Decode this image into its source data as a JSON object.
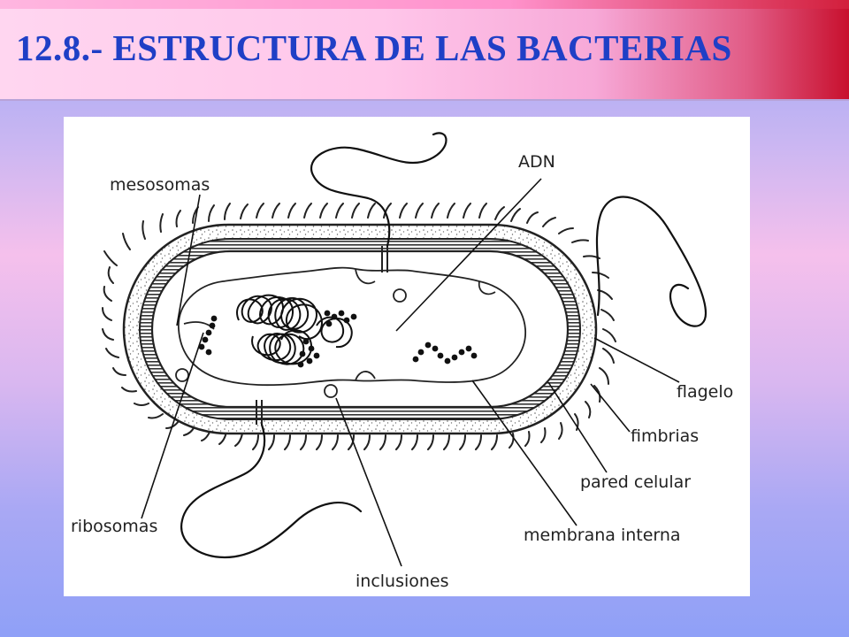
{
  "slide": {
    "title": "12.8.- ESTRUCTURA DE LAS BACTERIAS"
  },
  "diagram": {
    "labels": {
      "mesosomas": "mesosomas",
      "adn": "ADN",
      "flagelo": "flagelo",
      "fimbrias": "fimbrias",
      "pared_celular": "pared celular",
      "ribosomas": "ribosomas",
      "membrana_interna": "membrana interna",
      "inclusiones": "inclusiones"
    }
  },
  "colors": {
    "title": "#1f3fc6",
    "accent_red": "#c8102e"
  }
}
